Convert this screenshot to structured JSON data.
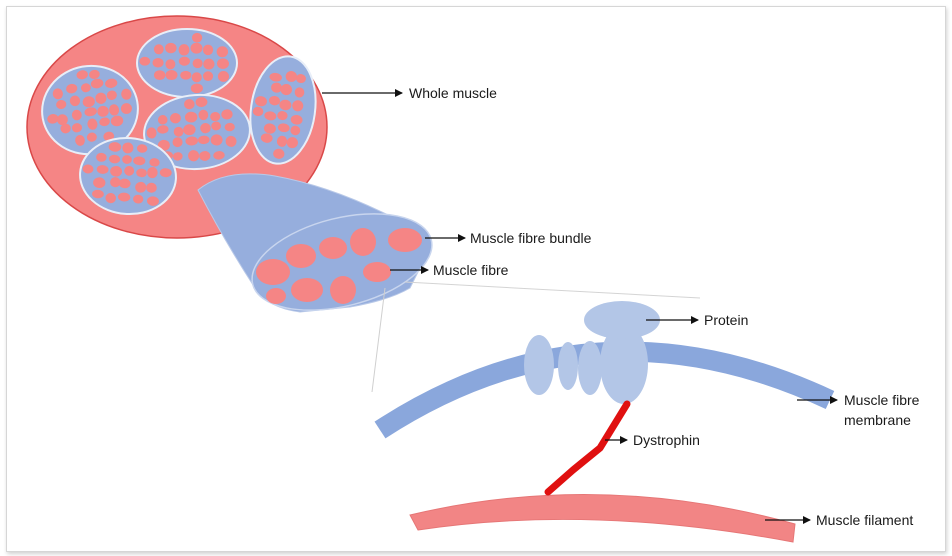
{
  "diagram": {
    "labels": {
      "whole_muscle": "Whole muscle",
      "fibre_bundle": "Muscle fibre bundle",
      "muscle_fibre": "Muscle fibre",
      "protein": "Protein",
      "membrane_line1": "Muscle fibre",
      "membrane_line2": "membrane",
      "dystrophin": "Dystrophin",
      "filament": "Muscle filament"
    },
    "colors": {
      "muscle_red": "#f58585",
      "muscle_red_stroke": "#d94848",
      "fibre_blue": "#96aedd",
      "protein_blue": "#b3c6e7",
      "membrane_blue": "#8aa7dc",
      "dystrophin_red": "#e01010",
      "filament_red": "#f28585"
    }
  }
}
